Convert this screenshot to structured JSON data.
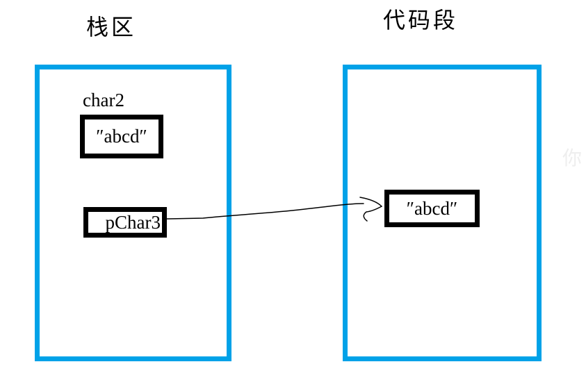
{
  "colors": {
    "region_border": "#00A2E8",
    "value_box_border": "#000000",
    "text": "#000000",
    "watermark": "#eeeeee"
  },
  "stack_section": {
    "title": "栈区",
    "variable_label": "char2",
    "string_value": "″abcd″",
    "pointer_label": "pChar3"
  },
  "code_section": {
    "title": "代码段",
    "string_value": "″abcd″"
  },
  "arrow": {
    "from": "pChar3",
    "to": "″abcd″"
  },
  "watermark_text": "你"
}
